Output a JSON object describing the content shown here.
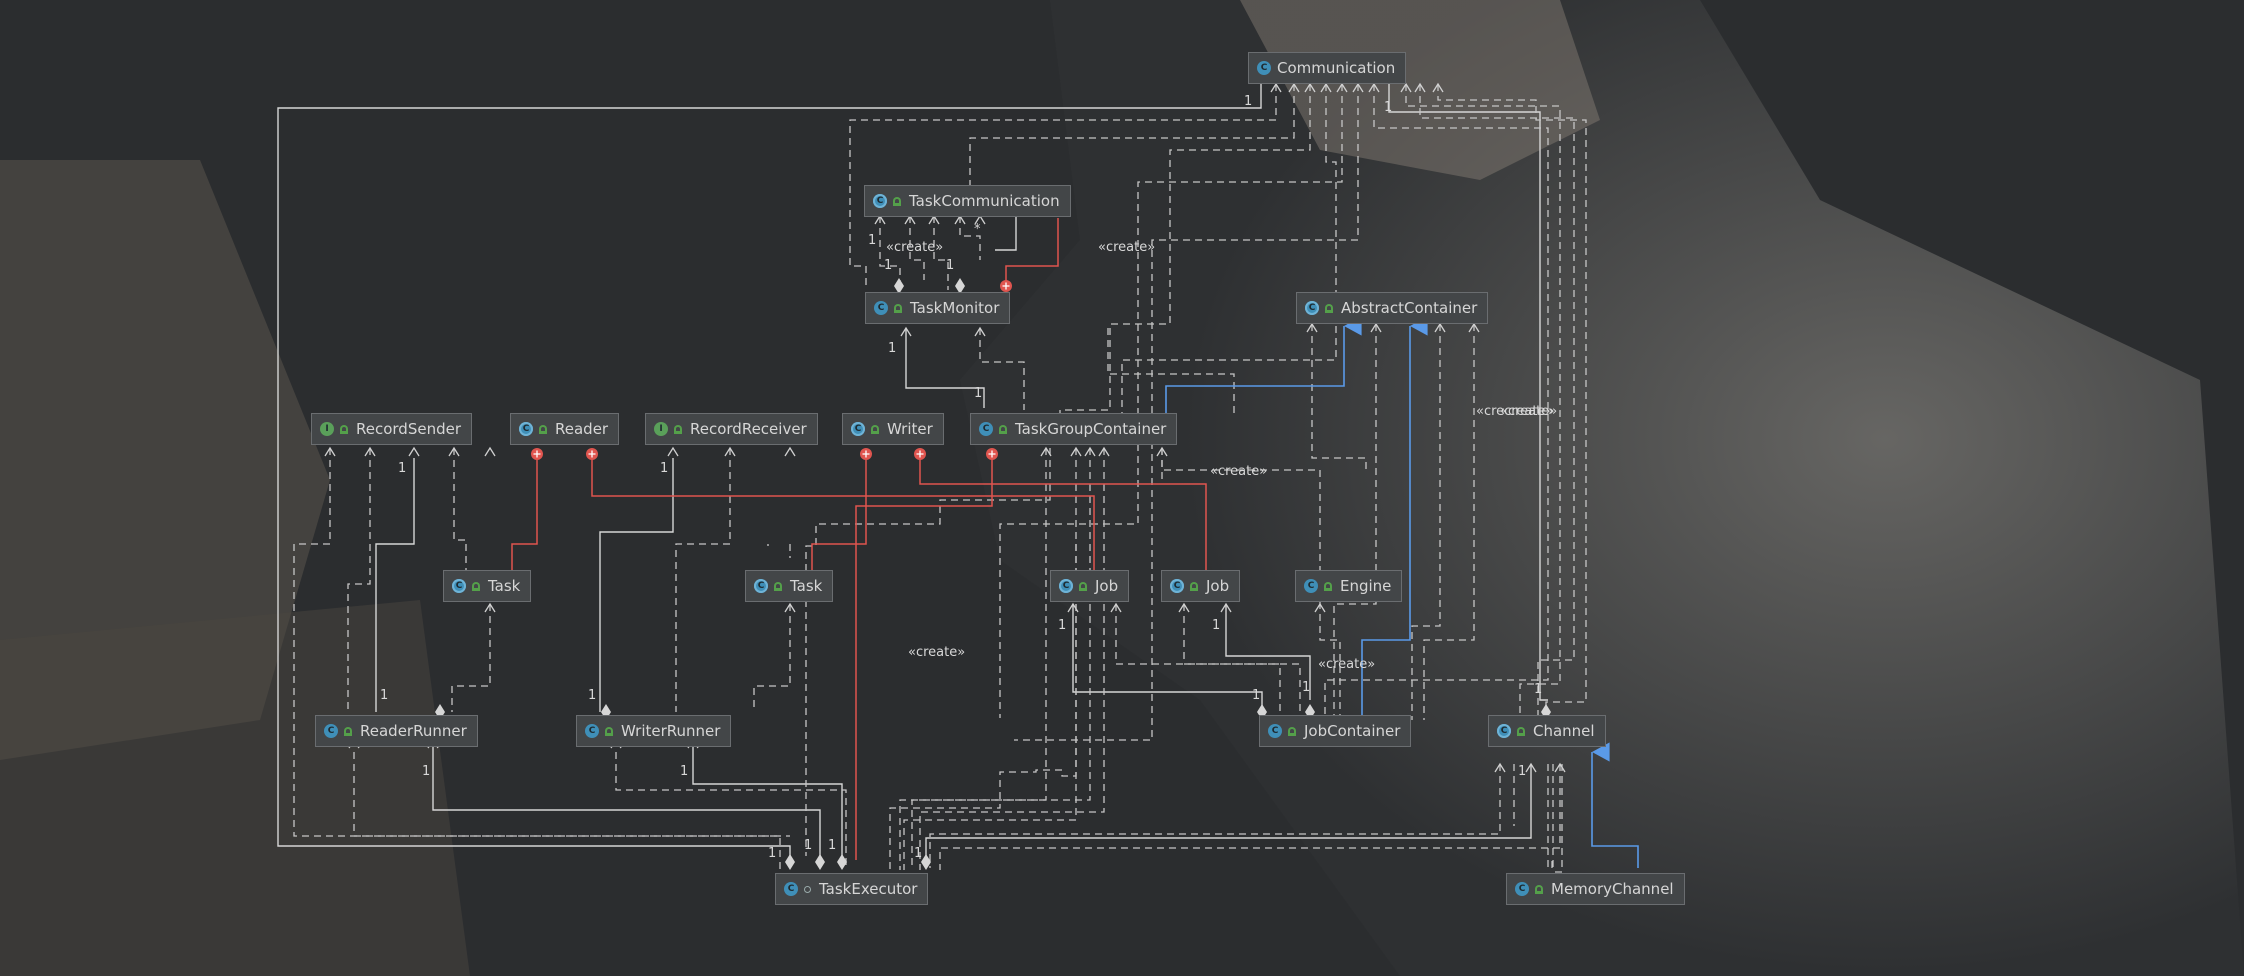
{
  "nodes": [
    {
      "id": "communication",
      "label": "Communication",
      "kind": "class"
    },
    {
      "id": "task-communication",
      "label": "TaskCommunication",
      "kind": "abstract"
    },
    {
      "id": "task-monitor",
      "label": "TaskMonitor",
      "kind": "class"
    },
    {
      "id": "abstract-container",
      "label": "AbstractContainer",
      "kind": "abstract"
    },
    {
      "id": "record-sender",
      "label": "RecordSender",
      "kind": "interface"
    },
    {
      "id": "reader",
      "label": "Reader",
      "kind": "abstract"
    },
    {
      "id": "record-receiver",
      "label": "RecordReceiver",
      "kind": "interface"
    },
    {
      "id": "writer",
      "label": "Writer",
      "kind": "abstract"
    },
    {
      "id": "task-group-container",
      "label": "TaskGroupContainer",
      "kind": "class"
    },
    {
      "id": "reader-task",
      "label": "Task",
      "kind": "abstract"
    },
    {
      "id": "writer-task",
      "label": "Task",
      "kind": "abstract"
    },
    {
      "id": "reader-job",
      "label": "Job",
      "kind": "abstract"
    },
    {
      "id": "writer-job",
      "label": "Job",
      "kind": "abstract"
    },
    {
      "id": "engine",
      "label": "Engine",
      "kind": "class"
    },
    {
      "id": "reader-runner",
      "label": "ReaderRunner",
      "kind": "class"
    },
    {
      "id": "writer-runner",
      "label": "WriterRunner",
      "kind": "class"
    },
    {
      "id": "job-container",
      "label": "JobContainer",
      "kind": "class"
    },
    {
      "id": "channel",
      "label": "Channel",
      "kind": "abstract"
    },
    {
      "id": "task-executor",
      "label": "TaskExecutor",
      "kind": "class-pkg"
    },
    {
      "id": "memory-channel",
      "label": "MemoryChannel",
      "kind": "class"
    }
  ],
  "labels": {
    "create": "«create»",
    "create_overlap": "«crecreate»",
    "one": "1",
    "many": "*"
  },
  "colors": {
    "dependency": "#c9c9c9",
    "association": "#d6d6d6",
    "inner": "#e0554f",
    "extends": "#5a9ae8"
  },
  "icons": {
    "class": "c-class-icon",
    "abstract": "abstract-class-icon",
    "interface": "interface-icon",
    "visibility": "public-lock-icon"
  }
}
